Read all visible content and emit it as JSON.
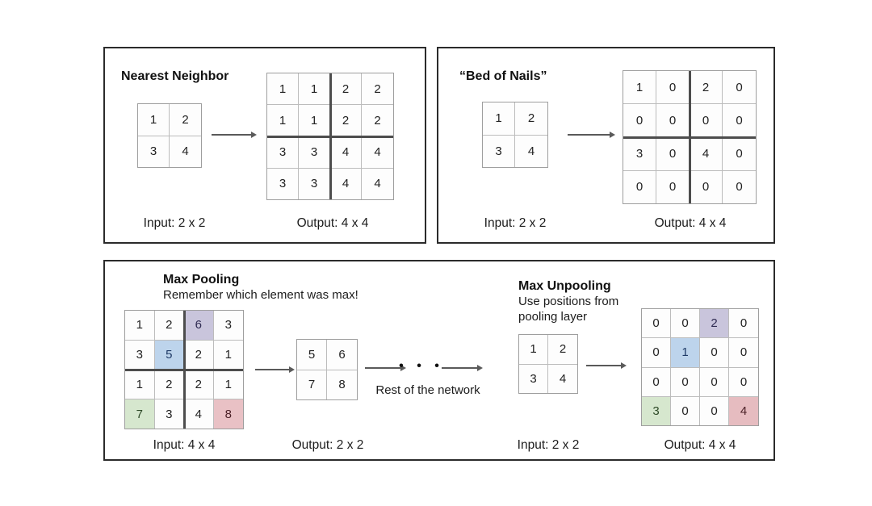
{
  "panels": {
    "nearest_neighbor": {
      "title": "Nearest Neighbor",
      "input_label": "Input: 2 x 2",
      "output_label": "Output: 4 x 4"
    },
    "bed_of_nails": {
      "title": "“Bed of Nails”",
      "input_label": "Input: 2 x 2",
      "output_label": "Output: 4 x 4"
    },
    "max_pooling": {
      "title": "Max Pooling",
      "subtitle": "Remember which element was max!",
      "input_label": "Input: 4 x 4",
      "output_label": "Output: 2 x 2",
      "dots": "• • •",
      "rest_label": "Rest of the network"
    },
    "max_unpooling": {
      "title": "Max Unpooling",
      "subtitle_line1": "Use positions from",
      "subtitle_line2": "pooling layer",
      "input_label": "Input: 2 x 2",
      "output_label": "Output: 4 x 4"
    }
  },
  "colors": {
    "highlight_purple": "#c9c5dc",
    "highlight_blue": "#bdd4ec",
    "highlight_green": "#d6e7ce",
    "highlight_red": "#e9c1c5",
    "thick_divider": "#4d4d4d",
    "grid_line": "#bcbcbc"
  },
  "grids": {
    "nn_input": {
      "rows": [
        [
          "1",
          "2"
        ],
        [
          "3",
          "4"
        ]
      ],
      "thick_mid": false
    },
    "nn_output": {
      "rows": [
        [
          "1",
          "1",
          "2",
          "2"
        ],
        [
          "1",
          "1",
          "2",
          "2"
        ],
        [
          "3",
          "3",
          "4",
          "4"
        ],
        [
          "3",
          "3",
          "4",
          "4"
        ]
      ],
      "thick_mid": true
    },
    "bon_input": {
      "rows": [
        [
          "1",
          "2"
        ],
        [
          "3",
          "4"
        ]
      ],
      "thick_mid": false
    },
    "bon_output": {
      "rows": [
        [
          "1",
          "0",
          "2",
          "0"
        ],
        [
          "0",
          "0",
          "0",
          "0"
        ],
        [
          "3",
          "0",
          "4",
          "0"
        ],
        [
          "0",
          "0",
          "0",
          "0"
        ]
      ],
      "thick_mid": true
    },
    "mp_input": {
      "rows": [
        [
          "1",
          "2",
          "6",
          "3"
        ],
        [
          "3",
          "5",
          "2",
          "1"
        ],
        [
          "1",
          "2",
          "2",
          "1"
        ],
        [
          "7",
          "3",
          "4",
          "8"
        ]
      ],
      "thick_mid": true,
      "highlights": [
        {
          "r": 0,
          "c": 2,
          "bg": "#c9c5dc",
          "fg": "#2f2b52"
        },
        {
          "r": 1,
          "c": 1,
          "bg": "#bdd4ec",
          "fg": "#1f3a66"
        },
        {
          "r": 3,
          "c": 0,
          "bg": "#d6e7ce",
          "fg": "#2e4a28"
        },
        {
          "r": 3,
          "c": 3,
          "bg": "#e9c1c5",
          "fg": "#4a1f26"
        }
      ]
    },
    "mp_output": {
      "rows": [
        [
          "5",
          "6"
        ],
        [
          "7",
          "8"
        ]
      ],
      "thick_mid": false
    },
    "mu_input": {
      "rows": [
        [
          "1",
          "2"
        ],
        [
          "3",
          "4"
        ]
      ],
      "thick_mid": false
    },
    "mu_output": {
      "rows": [
        [
          "0",
          "0",
          "2",
          "0"
        ],
        [
          "0",
          "1",
          "0",
          "0"
        ],
        [
          "0",
          "0",
          "0",
          "0"
        ],
        [
          "3",
          "0",
          "0",
          "4"
        ]
      ],
      "thick_mid": false,
      "highlights": [
        {
          "r": 0,
          "c": 2,
          "bg": "#c9c5dc",
          "fg": "#2f2b52"
        },
        {
          "r": 1,
          "c": 1,
          "bg": "#bdd4ec",
          "fg": "#1f3a66"
        },
        {
          "r": 3,
          "c": 0,
          "bg": "#d6e7ce",
          "fg": "#2e4a28"
        },
        {
          "r": 3,
          "c": 3,
          "bg": "#e6bcc0",
          "fg": "#4a1f26"
        }
      ]
    }
  }
}
